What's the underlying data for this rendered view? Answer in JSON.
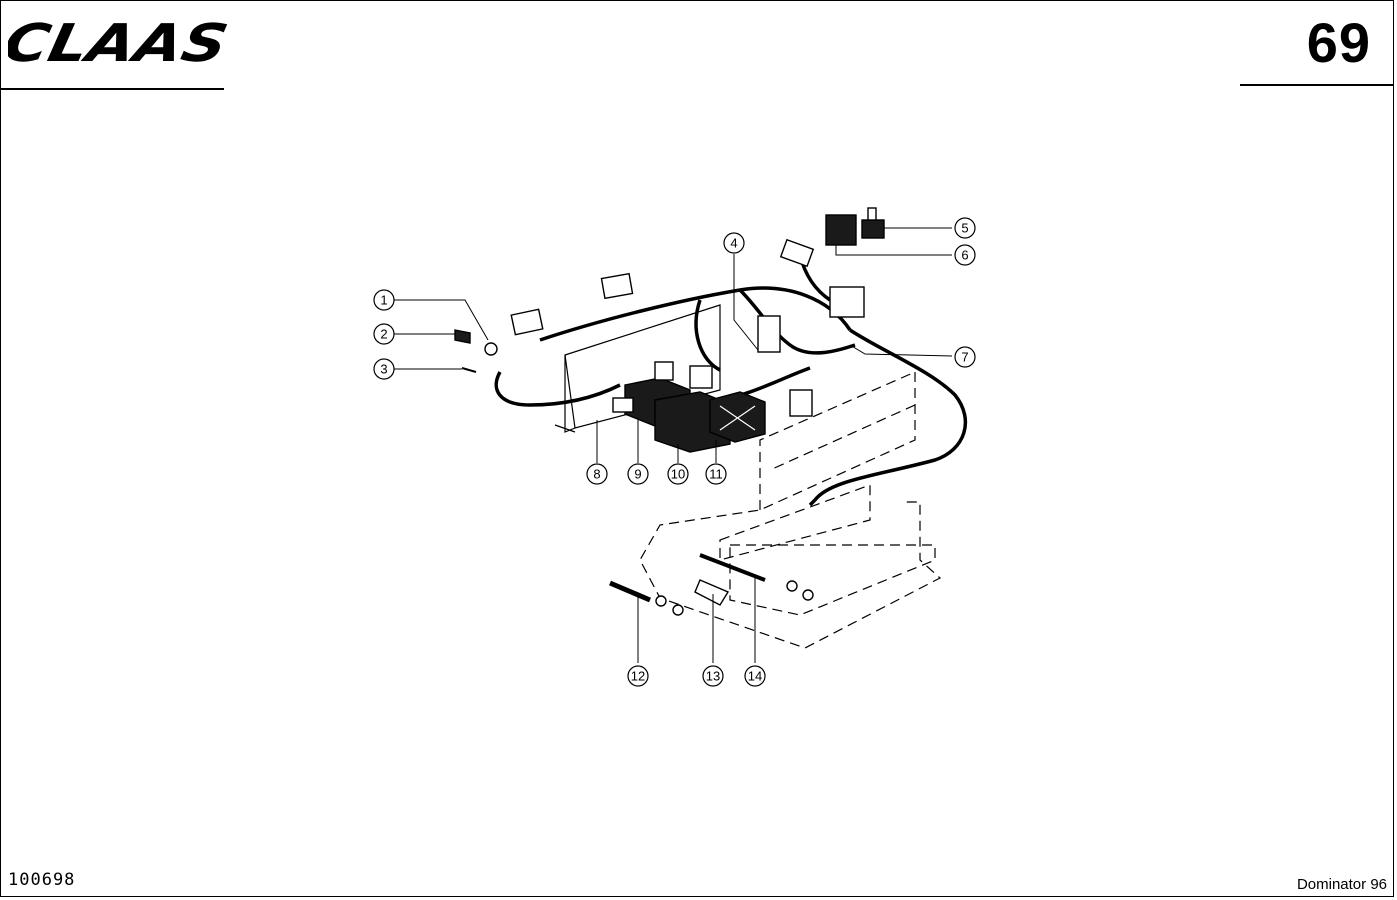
{
  "header": {
    "brand": "CLAAS",
    "page_number": "69"
  },
  "footer": {
    "doc_id": "100698",
    "model": "Dominator 96"
  },
  "diagram": {
    "callouts": [
      "1",
      "2",
      "3",
      "4",
      "5",
      "6",
      "7",
      "8",
      "9",
      "10",
      "11",
      "12",
      "13",
      "14"
    ]
  }
}
